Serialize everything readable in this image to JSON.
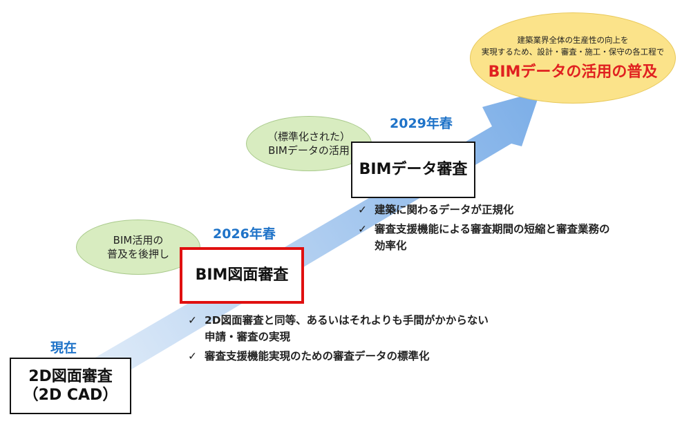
{
  "timeline": {
    "now_label": "現在",
    "spring_2026_label": "2026年春",
    "spring_2029_label": "2029年春"
  },
  "stages": {
    "current": {
      "line1": "2D図面審査",
      "line2": "（2D CAD）"
    },
    "bim_drawing": {
      "label": "BIM図面審査"
    },
    "bim_data": {
      "label": "BIMデータ審査"
    }
  },
  "bubbles": {
    "support": {
      "line1": "BIM活用の",
      "line2": "普及を後押し"
    },
    "standardized": {
      "line1": "（標準化された）",
      "line2": "BIMデータの活用"
    }
  },
  "goal": {
    "line1": "建築業界全体の生産性の向上を",
    "line2": "実現するため、設計・審査・施工・保守の各工程で",
    "headline": "BIMデータの活用の普及"
  },
  "bullets": {
    "check_glyph": "✓",
    "bim_drawing": [
      {
        "line1": "2D図面審査と同等、あるいはそれよりも手間がかからない",
        "line2": "申請・審査の実現"
      },
      {
        "line1": "審査支援機能実現のための審査データの標準化",
        "line2": ""
      }
    ],
    "bim_data": [
      {
        "line1": "建築に関わるデータが正規化",
        "line2": ""
      },
      {
        "line1": "審査支援機能による審査期間の短縮と審査業務の",
        "line2": "効率化"
      }
    ]
  },
  "colors": {
    "arrow_light": "#ddeaf8",
    "arrow_dark": "#7fb0e8",
    "timing_blue": "#1f73c8",
    "highlight_red": "#e01010",
    "goal_yellow": "#fbe38a",
    "bubble_green": "#d8ecc0"
  }
}
